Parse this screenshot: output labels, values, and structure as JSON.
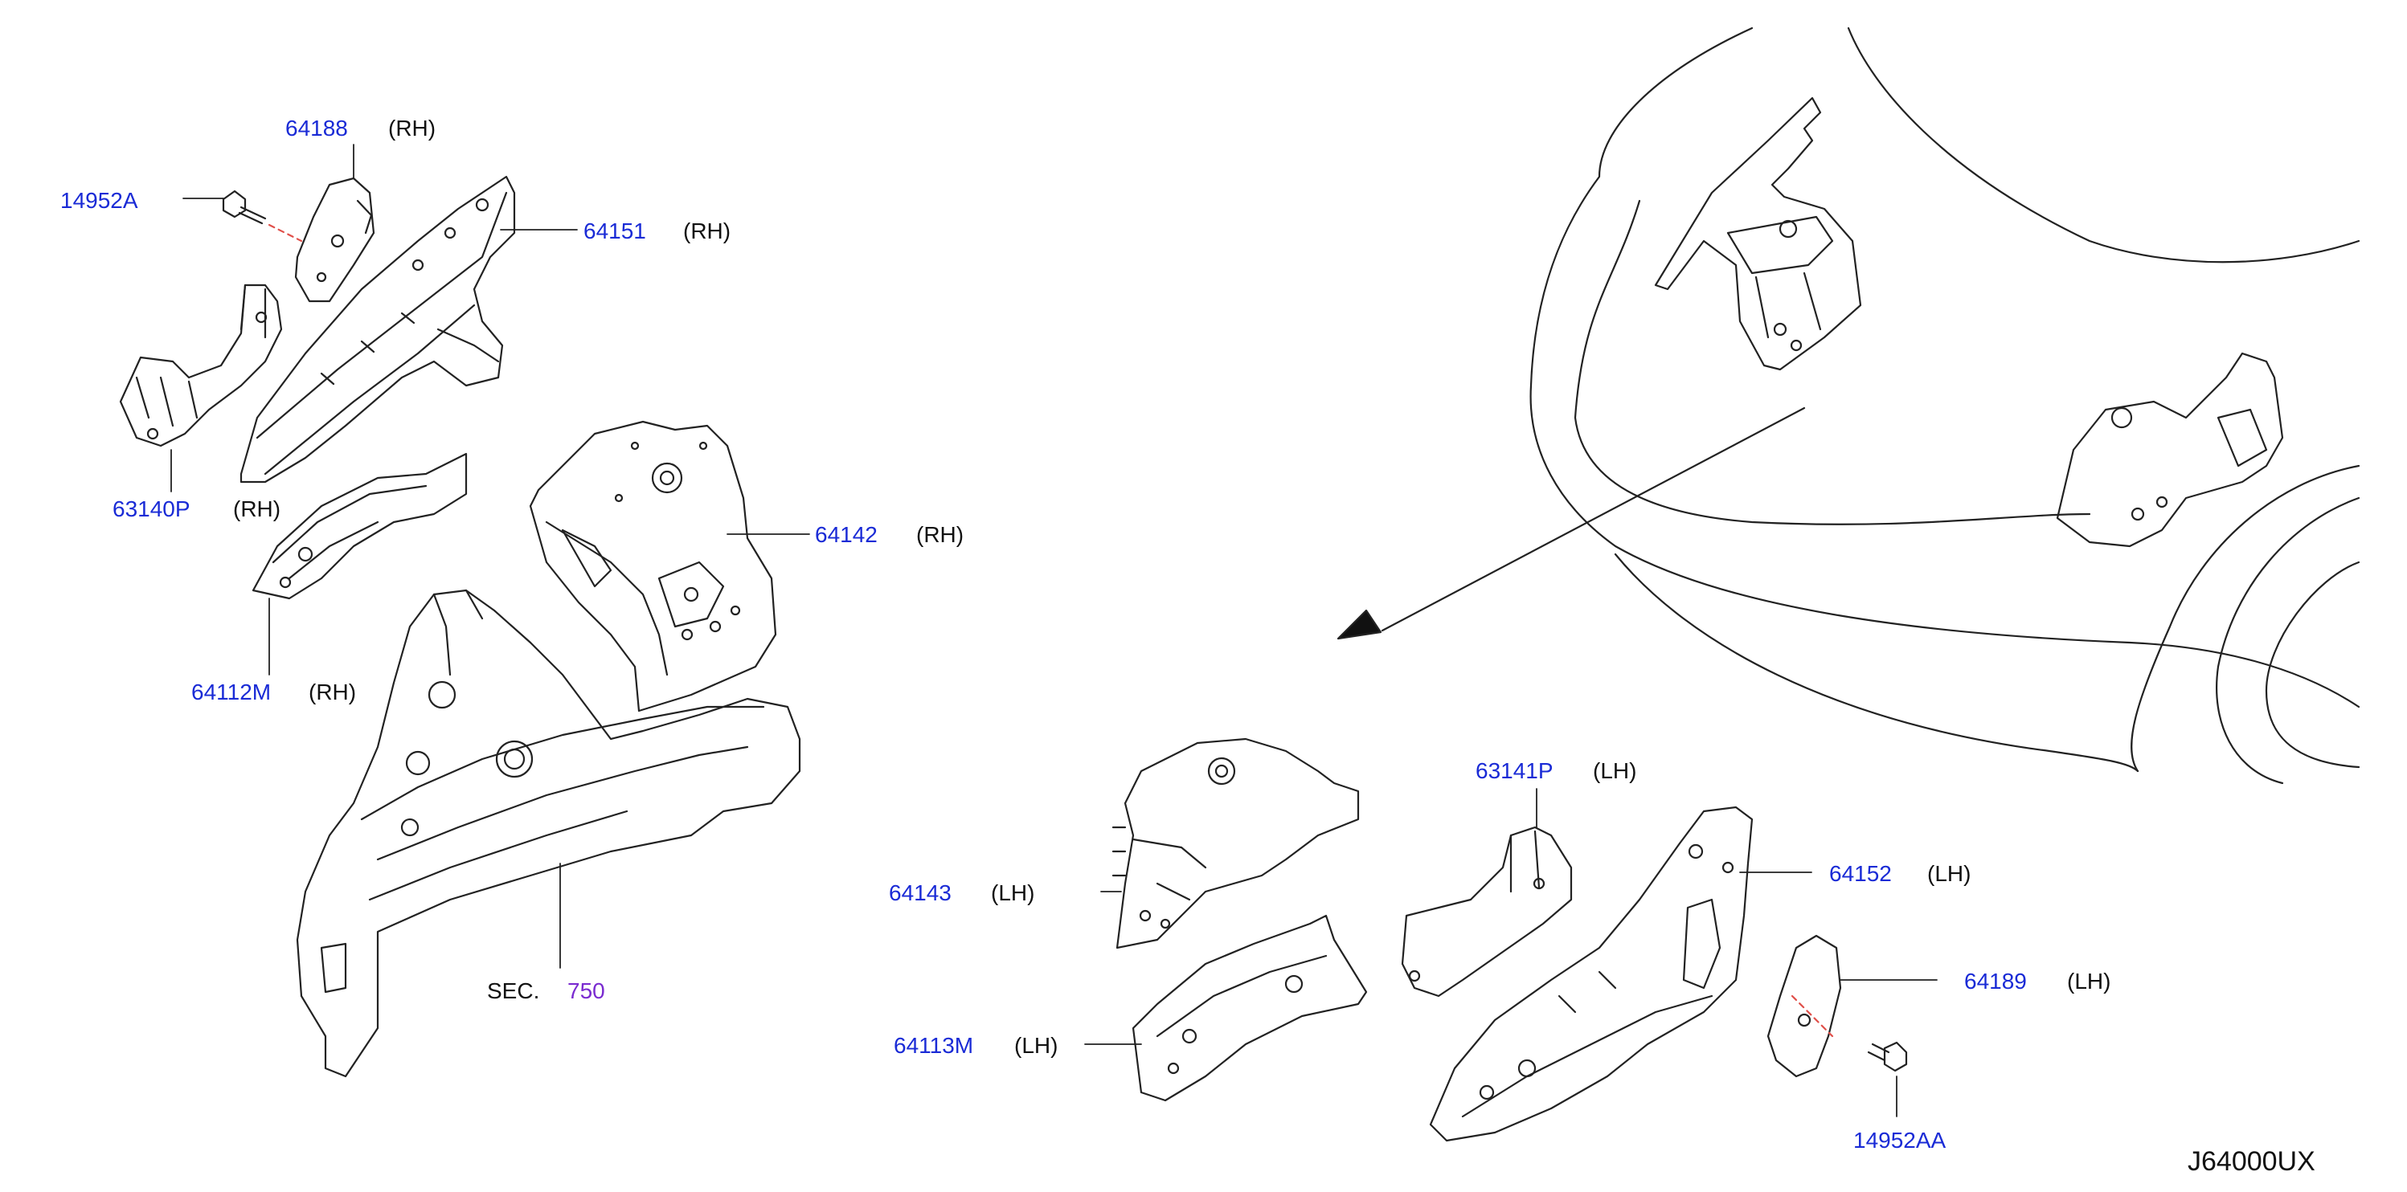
{
  "diagram_code": "J64000UX",
  "colors": {
    "part_number": "#1a2bd6",
    "section_ref": "#7a2bd0",
    "text": "#111111",
    "line": "#222222"
  },
  "section_ref": {
    "prefix": "SEC.",
    "number": "750"
  },
  "callouts": [
    {
      "part": "64188",
      "side": "(RH)"
    },
    {
      "part": "14952A",
      "side": ""
    },
    {
      "part": "64151",
      "side": "(RH)"
    },
    {
      "part": "63140P",
      "side": "(RH)"
    },
    {
      "part": "64142",
      "side": "(RH)"
    },
    {
      "part": "64112M",
      "side": "(RH)"
    },
    {
      "part": "63141P",
      "side": "(LH)"
    },
    {
      "part": "64152",
      "side": "(LH)"
    },
    {
      "part": "64143",
      "side": "(LH)"
    },
    {
      "part": "64189",
      "side": "(LH)"
    },
    {
      "part": "64113M",
      "side": "(LH)"
    },
    {
      "part": "14952AA",
      "side": ""
    }
  ]
}
